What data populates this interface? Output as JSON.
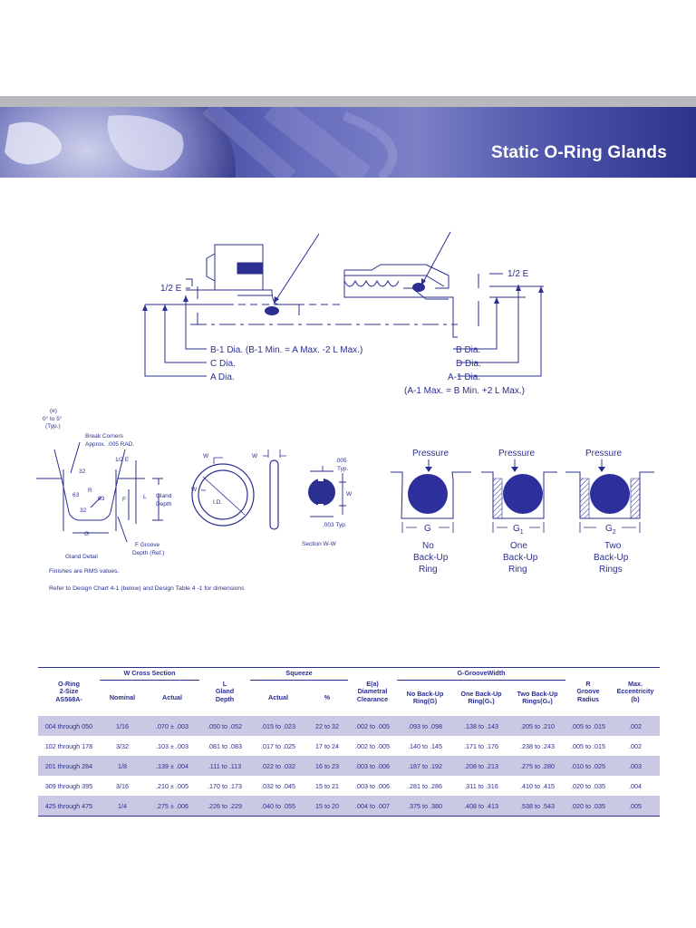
{
  "header": {
    "title": "Static O-Ring Glands"
  },
  "assembly": {
    "half_e_left": "1/2 E",
    "half_e_right": "1/2 E",
    "b1_dia": "B-1 Dia. (B-1 Min. = A Max. -2 L Max.)",
    "c_dia": "C Dia.",
    "a_dia": "A Dia.",
    "b_dia": "B Dia.",
    "d_dia": "D Dia.",
    "a1_dia": "A-1 Dia.",
    "a1_note": "(A-1 Max. = B Min. +2 L Max.)"
  },
  "gland_detail": {
    "e_label": "(e)",
    "angle_range": "0° to 5°",
    "typ": "(Typ.)",
    "break_corners": "Break Corners",
    "approx_rad": "Approx. .005 RAD.",
    "half_e": "1/2 E",
    "val32a": "32",
    "val32b": "32",
    "r": "R",
    "val63a": "63",
    "val63b": "63",
    "l": "L",
    "f": "F",
    "g": "G",
    "gland": "Gland",
    "depth": "Depth",
    "f_groove": "F Groove",
    "depth_ref": "Depth (Ref.)",
    "caption": "Gland Detail"
  },
  "oring": {
    "w1": "W",
    "w2": "W",
    "w3": "W",
    "id": "I.D."
  },
  "section": {
    "w005": ".005",
    "typ": "Typ.",
    "w": "W",
    "w003": ".003 Typ.",
    "caption": "Section W-W"
  },
  "notes": {
    "finishes": "Finishes are RMS values.",
    "refer": "Refer to Design Chart 4-1 (below) and Design Table 4     -1 for dimensions"
  },
  "pressure": [
    {
      "label": "Pressure",
      "g": "G",
      "sub": "",
      "l1": "No",
      "l2": "Back-Up",
      "l3": "Ring"
    },
    {
      "label": "Pressure",
      "g": "G",
      "sub": "1",
      "l1": "One",
      "l2": "Back-Up",
      "l3": "Ring"
    },
    {
      "label": "Pressure",
      "g": "G",
      "sub": "2",
      "l1": "Two",
      "l2": "Back-Up",
      "l3": "Rings"
    }
  ],
  "table": {
    "h_oring": [
      "O-Ring",
      "2-Size",
      "AS568A-"
    ],
    "h_w": "W Cross Section",
    "h_nominal": "Nominal",
    "h_actual": "Actual",
    "h_l": [
      "L",
      "Gland",
      "Depth"
    ],
    "h_squeeze": "Squeeze",
    "h_sq_actual": "Actual",
    "h_sq_pct": "%",
    "h_e": [
      "E(a)",
      "Diametral",
      "Clearance"
    ],
    "h_g": "G-GrooveWidth",
    "h_g0": [
      "No Back-Up",
      "Ring(G)"
    ],
    "h_g1": [
      "One Back-Up",
      "Ring(G₁)"
    ],
    "h_g2": [
      "Two Back-Up",
      "Rings(G₂)"
    ],
    "h_r": [
      "R",
      "Groove",
      "Radius"
    ],
    "h_ecc": [
      "Max.",
      "Eccentricity",
      "(b)"
    ],
    "rows": [
      [
        "004 through 050",
        "1/16",
        ".070 ± .003",
        ".050 to .052",
        ".015 to .023",
        "22 to 32",
        ".002 to .005",
        ".093 to .098",
        ".138 to .143",
        ".205 to .210",
        ".005 to .015",
        ".002"
      ],
      [
        "102 through 178",
        "3/32",
        ".103 ± .003",
        ".081 to .083",
        ".017 to .025",
        "17 to 24",
        ".002 to .005",
        ".140 to .145",
        ".171 to .176",
        ".238 to .243",
        ".005 to .015",
        ".002"
      ],
      [
        "201 through 284",
        "1/8",
        ".139 ± .004",
        ".111 to .113",
        ".022 to .032",
        "16 to 23",
        ".003 to .006",
        ".187 to .192",
        ".208 to .213",
        ".275 to .280",
        ".010 to .025",
        ".003"
      ],
      [
        "309 through 395",
        "3/16",
        ".210 ± .005",
        ".170 to .173",
        ".032 to .045",
        "15 to 21",
        ".003 to .006",
        ".281 to .286",
        ".311 to .316",
        ".410 to .415",
        ".020 to .035",
        ".004"
      ],
      [
        "425 through 475",
        "1/4",
        ".275 ± .006",
        ".226 to .229",
        ".040 to .055",
        "15 to 20",
        ".004 to .007",
        ".375 to .380",
        ".408 to .413",
        ".538 to .543",
        ".020 to .035",
        ".005"
      ]
    ]
  }
}
